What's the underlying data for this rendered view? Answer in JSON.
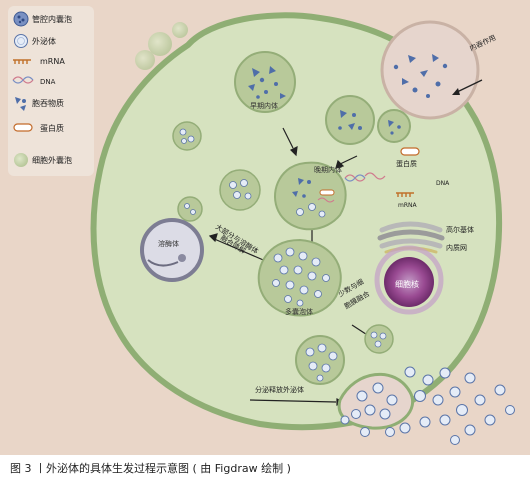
{
  "legend": {
    "items": [
      {
        "icon": "mvb-icon",
        "label": "管腔内囊泡"
      },
      {
        "icon": "exosome-icon",
        "label": "外泌体"
      },
      {
        "icon": "mrna-icon",
        "label": "mRNA"
      },
      {
        "icon": "dna-icon",
        "label": "DNA"
      },
      {
        "icon": "cargo-icon",
        "label": "胞吞物质"
      },
      {
        "icon": "protein-icon",
        "label": "蛋白质"
      },
      {
        "icon": "extracellular-vesicle-icon",
        "label": "细胞外囊泡"
      }
    ]
  },
  "labels": {
    "endocytosis": "内吞作用",
    "early_endosome": "早期内体",
    "late_endosome": "晚期内体",
    "protein": "蛋白质",
    "dna": "DNA",
    "mrna": "mRNA",
    "golgi": "高尔基体",
    "er": "内质网",
    "nucleus": "细胞核",
    "lysosome": "溶酶体",
    "lysosome_fusion_1": "大部分与溶酶体",
    "lysosome_fusion_2": "融合降解",
    "mvb": "多囊泡体",
    "membrane_fusion_1": "少数与细",
    "membrane_fusion_2": "胞膜融合",
    "secretion": "分泌释放外泌体"
  },
  "caption": "图 3  丨外泌体的具体生发过程示意图 ( 由 Figdraw 绘制 )",
  "colors": {
    "background": "#e9d6c8",
    "cell": "#d6e2bf",
    "cell_border": "#8fae74",
    "exosome_fill": "#ffffff",
    "exosome_stroke": "#5b75a8",
    "cargo": "#4f6ea9",
    "nucleus": "#8c3f86",
    "golgi": "#a9a9a9"
  }
}
